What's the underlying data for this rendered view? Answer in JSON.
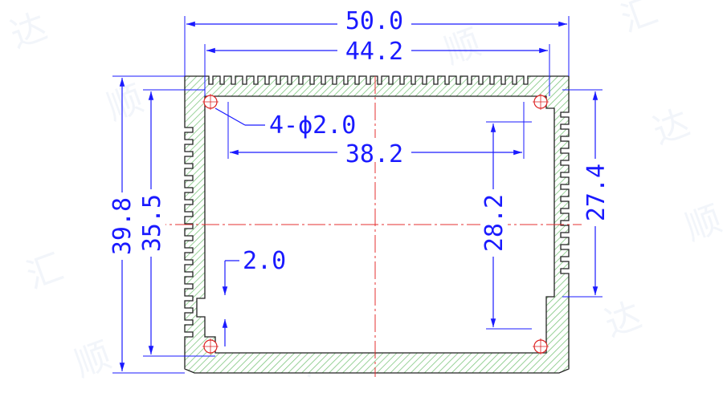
{
  "drawing": {
    "dimensions": {
      "overall_width": "50.0",
      "inner_width": "44.2",
      "hole_spacing_horizontal": "38.2",
      "hole_callout": "4-ϕ2.0",
      "overall_height": "39.8",
      "inner_height": "35.5",
      "slot_width": "2.0",
      "hole_spacing_vertical": "28.2",
      "side_slot_height": "27.4"
    },
    "watermark_glyphs": [
      "达",
      "顺",
      "汇",
      "达",
      "顺",
      "汇",
      "达",
      "顺",
      "汇",
      "达",
      "顺",
      "汇"
    ],
    "colors": {
      "dimension": "#1a1aff",
      "centerline": "#e53030",
      "hatch": "#7fc77f",
      "outline": "#222222"
    }
  }
}
